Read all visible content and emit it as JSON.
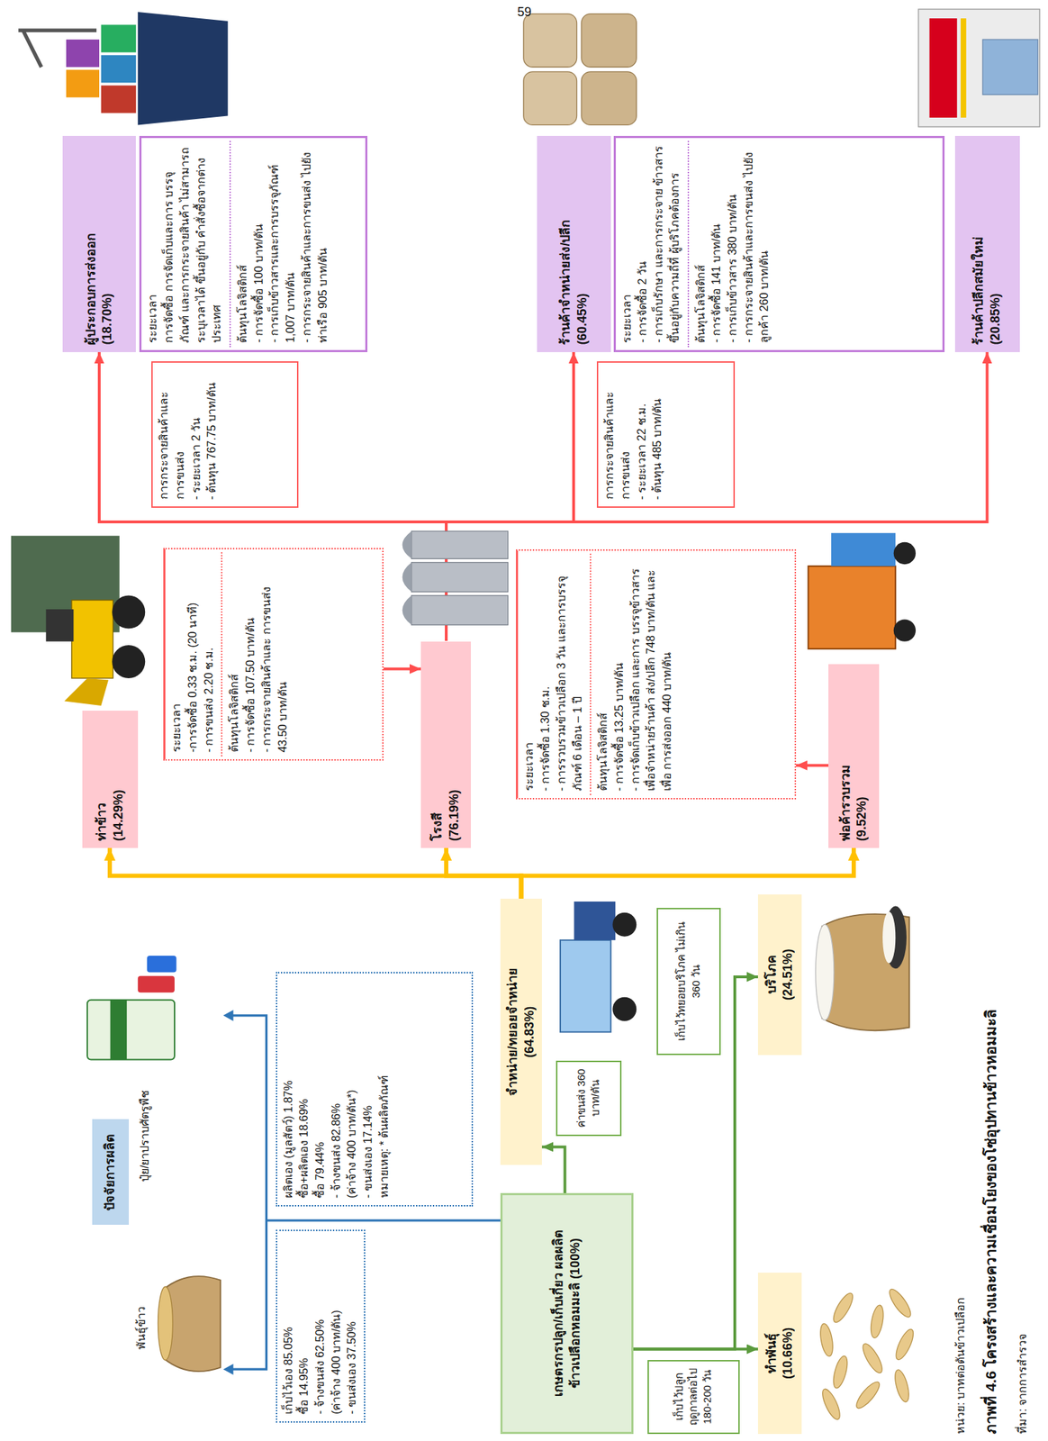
{
  "diagram": {
    "caption": "ภาพที่ 4.6 โครงสร้างและความเชื่อมโยงของโซ่อุปทานข้าวหอมมะลิ",
    "nodes": [
      {
        "text": [
          "ปัจจัยการผลิต"
        ]
      },
      {
        "text": [
          "เก็บไว้เอง 85.05%",
          "ซื้อ 14.95%",
          "- จ้างขนส่ง 62.50%",
          "(ค่าจ้าง 400 บาท/ตัน)",
          "- ขนส่งเอง 37.50%"
        ]
      },
      {
        "text": [
          "ผลิตเอง (มูลสัตว์) 1.87%",
          "ซื้อ+ผลิตเอง 18.69%",
          "ซื้อ 79.44%",
          "- จ้างขนส่ง 82.86%",
          "(ค่าจ้าง 400 บาท/ตัน*)",
          "- ขนส่งเอง 17.14%",
          "หมายเหตุ: * ต้นผลิตภัณฑ์"
        ]
      },
      {
        "text": [
          "เกษตรกรปลูก/เก็บเกี่ยว ผลผลิตข้าวเปลือกหอมมะลิ (100%)"
        ]
      },
      {
        "text": [
          "จำหน่าย/ทยอยจำหน่าย (64.83%)"
        ]
      },
      {
        "text": [
          "ค่าขนส่ง 360 บาท/ตัน"
        ]
      },
      {
        "text": [
          "เก็บไว้ปลูก ฤดูกาลต่อไป 180-200 วัน"
        ]
      },
      {
        "text": [
          "เก็บไว้ทยอยบริโภค ไม่เกิน 360 วัน"
        ]
      },
      {
        "text": [
          "ทำพันธุ์ (10.66%)"
        ]
      },
      {
        "text": [
          "บริโภค (24.51%)"
        ]
      },
      {
        "text": [
          "ท่าข้าว (14.29%)"
        ]
      },
      {
        "text": [
          "ระยะเวลา",
          "-การจัดซื้อ 0.33 ช.ม. (20 นาที)",
          "- การขนส่ง 2.20 ช.ม.",
          "ต้นทุนโลจิสติกส์",
          "- การจัดซื้อ 107.50 บาท/ตัน",
          "- การกระจายสินค้าและ การขนส่ง 43.50 บาท/ตัน"
        ]
      },
      {
        "text": [
          "โรงสี (76.19%)"
        ]
      },
      {
        "text": [
          "ระยะเวลา",
          "- การจัดซื้อ 1.30 ช.ม.",
          "- การรวบรวมข้าวเปลือก 3 วัน และการบรรจุภัณฑ์ 6 เดือน – 1 ปี",
          "ต้นทุนโลจิสติกส์",
          "- การจัดซื้อ 13.25 บาท/ตัน",
          "- การจัดเก็บข้าวเปลือก และการ บรรจุข้าวสารเพื่อจำหน่ายร้านค้า ส่ง/ปลีก 748 บาท/ตัน และเพื่อ การส่งออก 440 บาท/ตัน"
        ]
      },
      {
        "text": [
          "พ่อค้ารวบรวม (9.52%)"
        ]
      },
      {
        "text": [
          "การกระจายสินค้าและ การขนส่ง",
          "- ระยะเวลา 2 วัน",
          "- ต้นทุน 767.75 บาท/ตัน"
        ]
      },
      {
        "text": [
          "การกระจายสินค้าและ การขนส่ง",
          "- ระยะเวลา 22 ช.ม.",
          "- ต้นทุน 485 บาท/ตัน"
        ]
      },
      {
        "text": [
          "ผู้ประกอบการส่งออก (18.70%)"
        ]
      },
      {
        "text": [
          "ระยะเวลา",
          "การจัดซื้อ การจัดเก็บและการ บรรจุภัณฑ์ และการกระจายสินค้า ไม่สามารถระบุเวลาได้ ขึ้นอยู่กับ คำสั่งซื้อจากต่างประเทศ",
          "ต้นทุนโลจิสติกส์",
          "- การจัดซื้อ 100 บาท/ตัน",
          "- การเก็บข้าวสารและการบรรจุภัณฑ์ 1,007 บาท/ตัน",
          "- การกระจายสินค้าและการขนส่ง ไปยังท่าเรือ 905 บาท/ตัน"
        ]
      },
      {
        "text": [
          "ร้านค้าจำหน่ายส่ง/ปลีก (60.45%)"
        ]
      },
      {
        "text": [
          "ระยะเวลา",
          "- การจัดซื้อ 2 วัน",
          "- การเก็บรักษา และการกระจาย ข้าวสาร ขึ้นอยู่กับความถี่ที่ ผู้บริโภคต้องการ",
          "ต้นทุนโลจิสติกส์",
          "- การจัดซื้อ 141 บาท/ตัน",
          "- การเก็บข้าวสาร 380 บาท/ตัน",
          "- การกระจายสินค้าและการขนส่ง ไปยังลูกค้า 260 บาท/ตัน"
        ]
      },
      {
        "text": [
          "ร้านค้าปลีกสมัยใหม่ (20.85%)"
        ]
      }
    ],
    "edges": [
      {
        "from": 3,
        "to": 4,
        "arrow": "to"
      },
      {
        "from": 3,
        "to": 8,
        "arrow": "to"
      },
      {
        "from": 3,
        "to": 9,
        "arrow": "to"
      },
      {
        "from": 4,
        "to": 10,
        "arrow": "to"
      },
      {
        "from": 4,
        "to": 12,
        "arrow": "to"
      },
      {
        "from": 4,
        "to": 14,
        "arrow": "to"
      },
      {
        "from": 11,
        "to": 12,
        "arrow": "to"
      },
      {
        "from": 14,
        "to": 13,
        "arrow": "to"
      },
      {
        "from": 12,
        "to": 17,
        "arrow": "to"
      },
      {
        "from": 12,
        "to": 19,
        "arrow": "to"
      },
      {
        "from": 12,
        "to": 21,
        "arrow": "to"
      }
    ],
    "labels": [
      "59",
      "พันธุ์ข้าว",
      "ปุ๋ย/ยาปราบศัตรูพืช",
      "หน่วย: บาทต่อตันข้าวเปลือก",
      "ที่มา: จากการสำรวจ"
    ]
  }
}
